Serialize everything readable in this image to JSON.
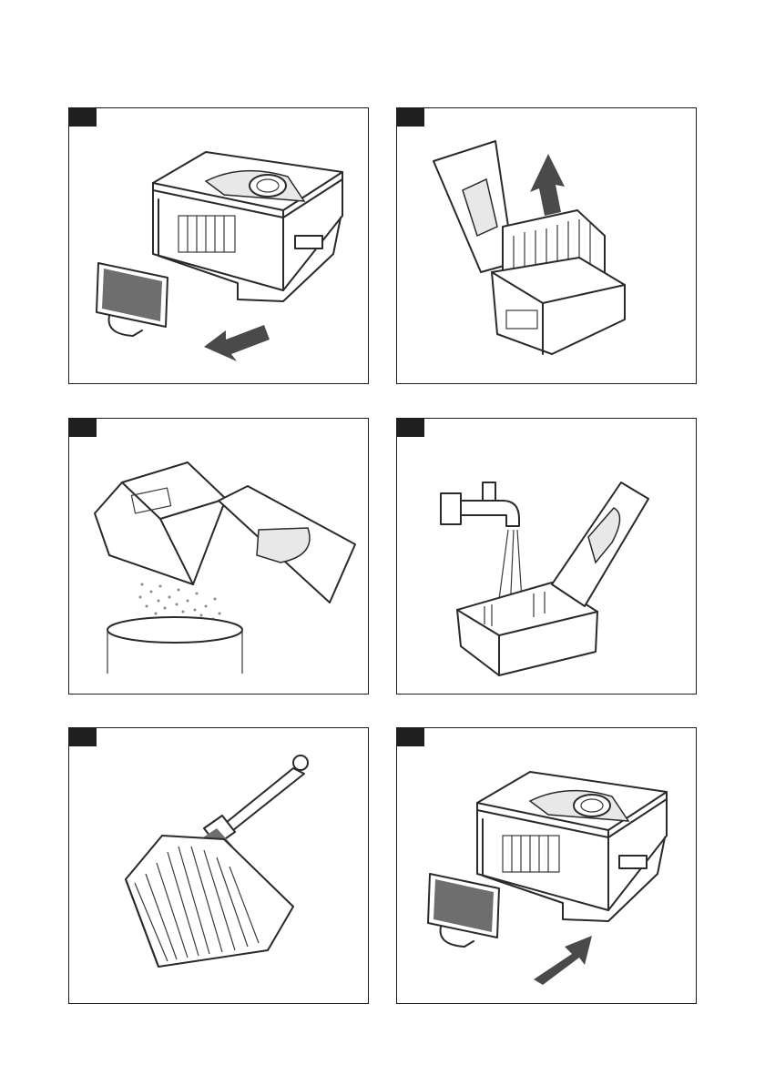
{
  "page": {
    "background": "#ffffff",
    "panel_border": "#1a1a1a",
    "step_tab_color": "#1f1f1f",
    "arrow_color": "#4a4a4a"
  },
  "steps": [
    {
      "icon": "remove-filter-illustration",
      "arrow": "arrow-down-left-icon"
    },
    {
      "icon": "lift-filter-frame-illustration",
      "arrow": "arrow-up-icon"
    },
    {
      "icon": "empty-dust-bin-illustration"
    },
    {
      "icon": "rinse-under-tap-illustration",
      "arrow": "faucet-icon"
    },
    {
      "icon": "brush-clean-filter-illustration"
    },
    {
      "icon": "reinsert-filter-illustration",
      "arrow": "arrow-up-right-icon"
    }
  ]
}
